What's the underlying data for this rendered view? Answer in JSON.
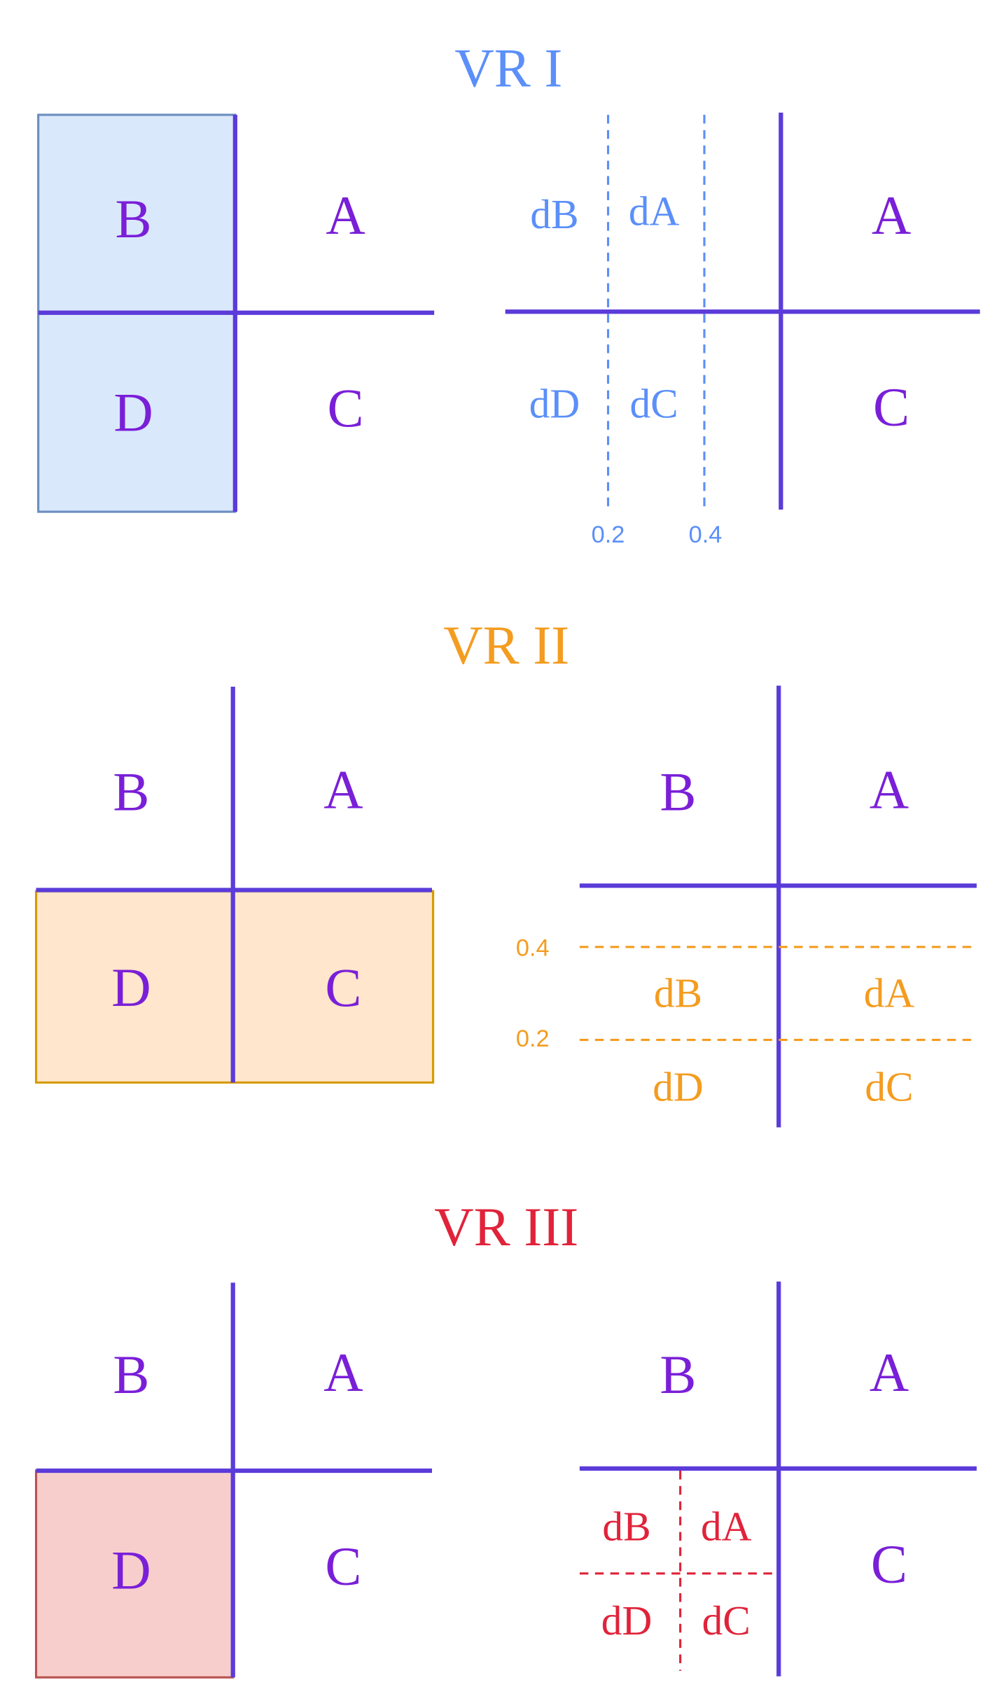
{
  "panels": [
    {
      "title": "VR I",
      "left": {
        "B": "B",
        "A": "A",
        "D": "D",
        "C": "C"
      },
      "right": {
        "A": "A",
        "C": "C",
        "dB": "dB",
        "dA": "dA",
        "dD": "dD",
        "dC": "dC",
        "tick1": "0.2",
        "tick2": "0.4"
      }
    },
    {
      "title": "VR II",
      "left": {
        "B": "B",
        "A": "A",
        "D": "D",
        "C": "C"
      },
      "right": {
        "B": "B",
        "A": "A",
        "dB": "dB",
        "dA": "dA",
        "dD": "dD",
        "dC": "dC",
        "tick1": "0.4",
        "tick2": "0.2"
      }
    },
    {
      "title": "VR III",
      "left": {
        "B": "B",
        "A": "A",
        "D": "D",
        "C": "C"
      },
      "right": {
        "B": "B",
        "A": "A",
        "C": "C",
        "dB": "dB",
        "dA": "dA",
        "dD": "dD",
        "dC": "dC"
      }
    }
  ],
  "colors": {
    "axis": "#5b3bd9",
    "letters": "#7a1fd8",
    "vr1": "#5b8ff9",
    "vr2": "#f49c1f",
    "vr3": "#e0233a"
  }
}
